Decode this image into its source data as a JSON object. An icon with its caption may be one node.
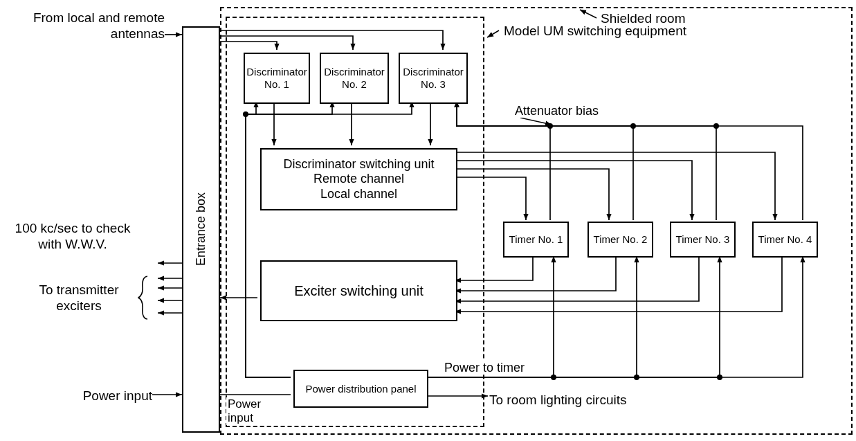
{
  "diagram": {
    "nodes": [
      {
        "text": [
          "From local and remote antennas"
        ]
      },
      {
        "text": [
          "Shielded room"
        ]
      },
      {
        "text": [
          "Model UM switching equipment"
        ],
        "in": 1
      },
      {
        "text": [
          "Entrance box"
        ]
      },
      {
        "text": [
          "Discriminator No. 1"
        ],
        "in": 2
      },
      {
        "text": [
          "Discriminator No. 2"
        ],
        "in": 2
      },
      {
        "text": [
          "Discriminator No. 3"
        ],
        "in": 2
      },
      {
        "text": [
          "Discriminator switching unit",
          "Remote channel",
          "Local channel"
        ],
        "in": 2
      },
      {
        "text": [
          "100 kc/sec to check with W.W.V."
        ]
      },
      {
        "text": [
          "Timer No. 1"
        ],
        "in": 1
      },
      {
        "text": [
          "Timer No. 2"
        ],
        "in": 1
      },
      {
        "text": [
          "Timer No. 3"
        ],
        "in": 1
      },
      {
        "text": [
          "Timer No. 4"
        ],
        "in": 1
      },
      {
        "text": [
          "To transmitter exciters"
        ]
      },
      {
        "text": [
          "Exciter switching unit"
        ],
        "in": 2
      },
      {
        "text": [
          "Power input"
        ]
      },
      {
        "text": [
          "Power distribution panel"
        ],
        "in": 2
      },
      {
        "text": [
          "To room lighting circuits"
        ],
        "in": 1
      }
    ],
    "edges": [
      {
        "from": 0,
        "to": 3,
        "arrow": "to"
      },
      {
        "from": 3,
        "to": 4,
        "arrow": "to"
      },
      {
        "from": 3,
        "to": 5,
        "arrow": "to"
      },
      {
        "from": 3,
        "to": 6,
        "arrow": "to"
      },
      {
        "from": 4,
        "to": 7,
        "arrow": "to"
      },
      {
        "from": 5,
        "to": 7,
        "arrow": "to"
      },
      {
        "from": 6,
        "to": 7,
        "arrow": "to"
      },
      {
        "from": 16,
        "to": 4,
        "arrow": "to"
      },
      {
        "from": 16,
        "to": 5,
        "arrow": "to"
      },
      {
        "from": 16,
        "to": 6,
        "arrow": "to"
      },
      {
        "from": 7,
        "to": 9,
        "arrow": "to"
      },
      {
        "from": 7,
        "to": 10,
        "arrow": "to"
      },
      {
        "from": 7,
        "to": 11,
        "arrow": "to"
      },
      {
        "from": 7,
        "to": 12,
        "arrow": "to"
      },
      {
        "from": 9,
        "to": 14,
        "arrow": "to"
      },
      {
        "from": 10,
        "to": 14,
        "arrow": "to"
      },
      {
        "from": 11,
        "to": 14,
        "arrow": "to"
      },
      {
        "from": 12,
        "to": 14,
        "arrow": "to"
      },
      {
        "from": 9,
        "to": 6,
        "label": "Attenuator bias",
        "arrow": "to"
      },
      {
        "from": 10,
        "to": 6,
        "arrow": "to"
      },
      {
        "from": 11,
        "to": 6,
        "arrow": "to"
      },
      {
        "from": 12,
        "to": 6,
        "arrow": "to"
      },
      {
        "from": 14,
        "to": 3,
        "arrow": "to"
      },
      {
        "from": 3,
        "to": 8,
        "arrow": "to"
      },
      {
        "from": 3,
        "to": 13,
        "arrow": "to"
      },
      {
        "from": 3,
        "to": 13,
        "arrow": "to"
      },
      {
        "from": 3,
        "to": 13,
        "arrow": "to"
      },
      {
        "from": 3,
        "to": 13,
        "arrow": "to"
      },
      {
        "from": 15,
        "to": 3,
        "arrow": "to"
      },
      {
        "from": 3,
        "to": 16,
        "label": "Power input",
        "arrow": "none"
      },
      {
        "from": 16,
        "to": 9,
        "label": "Power to timer",
        "arrow": "to"
      },
      {
        "from": 16,
        "to": 10,
        "arrow": "to"
      },
      {
        "from": 16,
        "to": 11,
        "arrow": "to"
      },
      {
        "from": 16,
        "to": 12,
        "arrow": "to"
      },
      {
        "from": 16,
        "to": 17,
        "arrow": "to"
      }
    ]
  }
}
